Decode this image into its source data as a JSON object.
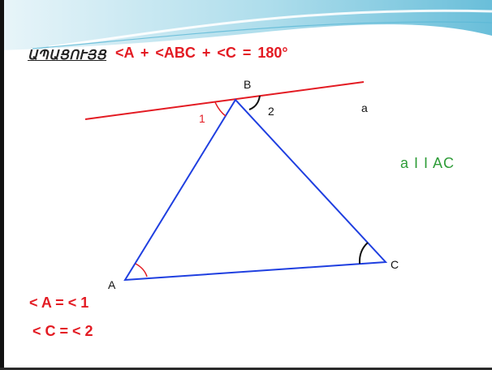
{
  "header": {
    "proof_label": "ԱՊԱՑՈՒՅՑ",
    "equation": "<A   +   <ABC   +   <C     =  180°"
  },
  "diagram": {
    "vertices": {
      "A": "A",
      "B": "B",
      "C": "C"
    },
    "line_label": "a",
    "angle_labels": {
      "one": "1",
      "two": "2"
    },
    "parallel_statement": "a  I I  AC"
  },
  "conclusions": [
    "< A = < 1",
    "< C = < 2"
  ],
  "colors": {
    "triangle": "#1f3fe0",
    "parallel_line": "#e31b23",
    "equation_text": "#e31b23",
    "parallel_text": "#2e9c38",
    "angle_arc_red": "#e31b23",
    "angle_arc_black": "#111111"
  }
}
